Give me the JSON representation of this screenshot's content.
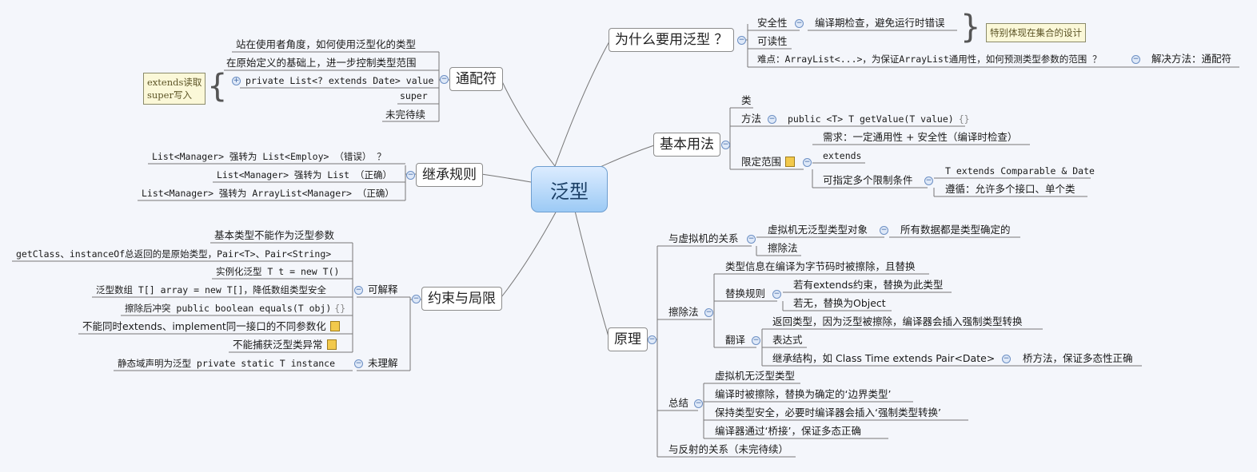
{
  "root": "泛型",
  "branches": {
    "why": {
      "label": "为什么要用泛型 ？",
      "safety": "安全性",
      "safety_detail": "编译期检查，避免运行时错误",
      "readability": "可读性",
      "difficulty": "难点：ArrayList<...>，为保证ArrayList通用性，如何预测类型参数的范围 ？",
      "difficulty_solution": "解决方法：通配符",
      "note": "特别体现在集合的设计"
    },
    "wildcard": {
      "label": "通配符",
      "items": [
        "站在使用者角度，如何使用泛型化的类型",
        "在原始定义的基础上，进一步控制类型范围",
        "private List<? extends Date> value",
        "super",
        "未完待续"
      ],
      "note_line1": "extends读取",
      "note_line2": "super写入"
    },
    "inherit": {
      "label": "继承规则",
      "items": [
        "List<Manager> 强转为 List<Employ> （错误） ？",
        "List<Manager> 强转为 List （正确）",
        "List<Manager> 强转为 ArrayList<Manager> （正确）"
      ]
    },
    "basic": {
      "label": "基本用法",
      "class": "类",
      "method": "方法",
      "method_detail": "public <T> T getValue(T value)",
      "method_brackets": "{}",
      "range": "限定范围",
      "range_need": "需求：一定通用性 + 安全性（编译时检查）",
      "range_extends": "extends",
      "range_multi": "可指定多个限制条件",
      "range_multi_a": "T extends Comparable & Date",
      "range_multi_b": "遵循：允许多个接口、单个类"
    },
    "limit": {
      "label": "约束与局限",
      "explain": "可解释",
      "not_understood": "未理解",
      "explain_items": [
        "基本类型不能作为泛型参数",
        "getClass、instanceOf总返回的是原始类型，Pair<T>、Pair<String>",
        "实例化泛型 T t = new T()",
        "泛型数组 T[] array = new T[]，降低数组类型安全",
        "擦除后冲突 public boolean equals(T obj)",
        "不能同时extends、implement同一接口的不同参数化",
        "不能捕获泛型类异常"
      ],
      "brackets": "{}",
      "static_item": "静态域声明为泛型 private static T instance"
    },
    "principle": {
      "label": "原理",
      "vm": "与虚拟机的关系",
      "vm_no_obj": "虚拟机无泛型类型对象",
      "vm_all_data": "所有数据都是类型确定的",
      "vm_erasure": "擦除法",
      "erasure": "擦除法",
      "erasure_info": "类型信息在编译为字节码时被擦除，且替换",
      "replace_rule": "替换规则",
      "replace_a": "若有extends约束，替换为此类型",
      "replace_b": "若无，替换为Object",
      "translate": "翻译",
      "translate_a": "返回类型，因为泛型被擦除，编译器会插入强制类型转换",
      "translate_b": "表达式",
      "translate_c": "继承结构，如 Class Time extends Pair<Date>",
      "translate_c_result": "桥方法，保证多态性正确",
      "summary": "总结",
      "summary_items": [
        "虚拟机无泛型类型",
        "编译时被擦除，替换为确定的‘边界类型’",
        "保持类型安全，必要时编译器会插入‘强制类型转换’",
        "编译器通过‘桥接’，保证多态正确"
      ],
      "reflect": "与反射的关系（未完待续）"
    }
  }
}
